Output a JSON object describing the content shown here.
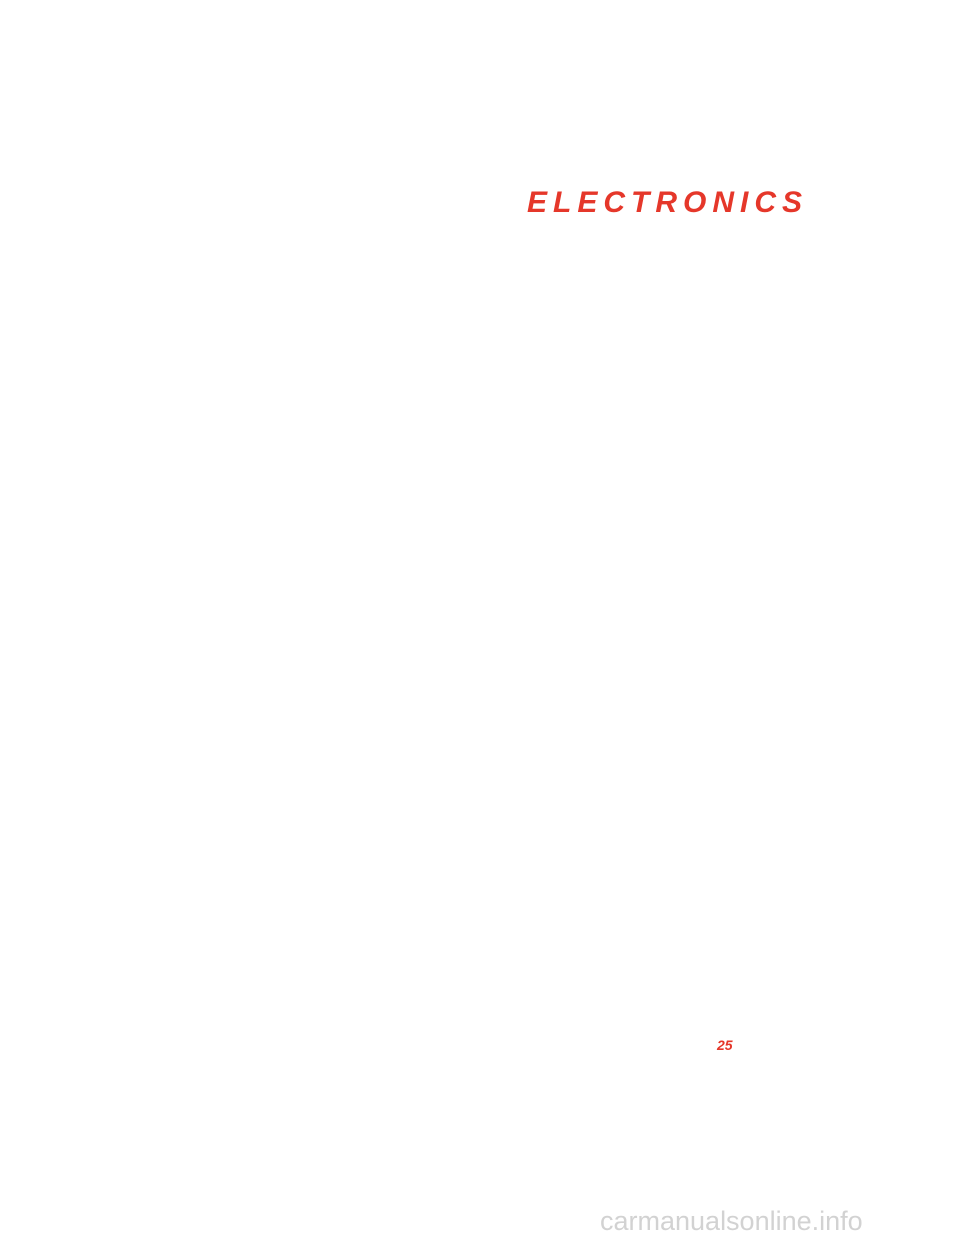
{
  "page": {
    "section_title": "ELECTRONICS",
    "page_number": "25"
  },
  "watermark": {
    "text": "carmanualsonline.info"
  },
  "colors": {
    "accent": "#e5372a",
    "watermark": "#d2d2d2",
    "background": "#ffffff"
  }
}
